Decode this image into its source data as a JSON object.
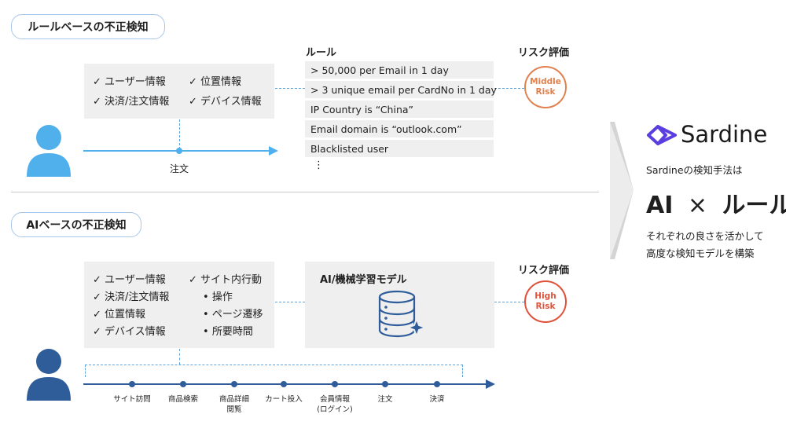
{
  "rule_section": {
    "title": "ルールベースの不正検知",
    "checks_left": [
      "ユーザー情報",
      "決済/注文情報"
    ],
    "checks_right": [
      "位置情報",
      "デバイス情報"
    ],
    "timeline_label": "注文",
    "rules_header": "ルール",
    "rules": [
      "> 50,000 per Email in 1 day",
      "> 3 unique email per CardNo in 1 day",
      "IP Country is “China”",
      "Email domain is “outlook.com”",
      "Blacklisted user"
    ],
    "ellipsis": "⋮",
    "risk_header": "リスク評価",
    "risk_line1": "Middle",
    "risk_line2": "Risk"
  },
  "ai_section": {
    "title": "AIベースの不正検知",
    "checks_left": [
      "ユーザー情報",
      "決済/注文情報",
      "位置情報",
      "デバイス情報"
    ],
    "check_right_head": "サイト内行動",
    "bullets_right": [
      "操作",
      "ページ遷移",
      "所要時間"
    ],
    "model_title": "AI/機械学習モデル",
    "risk_header": "リスク評価",
    "risk_line1": "High",
    "risk_line2": "Risk",
    "steps": [
      "サイト訪問",
      "商品検索",
      "商品詳細\n閲覧",
      "カート投入",
      "会員情報\n(ログイン)",
      "注文",
      "決済"
    ]
  },
  "sardine": {
    "brand": "Sardine",
    "method_label": "Sardineの検知手法は",
    "headline_ai": "AI",
    "headline_times": "×",
    "headline_rule": "ルール",
    "desc_line1": "それぞれの良さを活かして",
    "desc_line2": "高度な検知モデルを構築"
  },
  "colors": {
    "pill_border": "#a9c7ea",
    "person_rule": "#4fb0ec",
    "person_ai": "#2f5d9a",
    "middle_risk": "#e0814e",
    "high_risk": "#e0533a",
    "brand": "#5a3ee0"
  }
}
